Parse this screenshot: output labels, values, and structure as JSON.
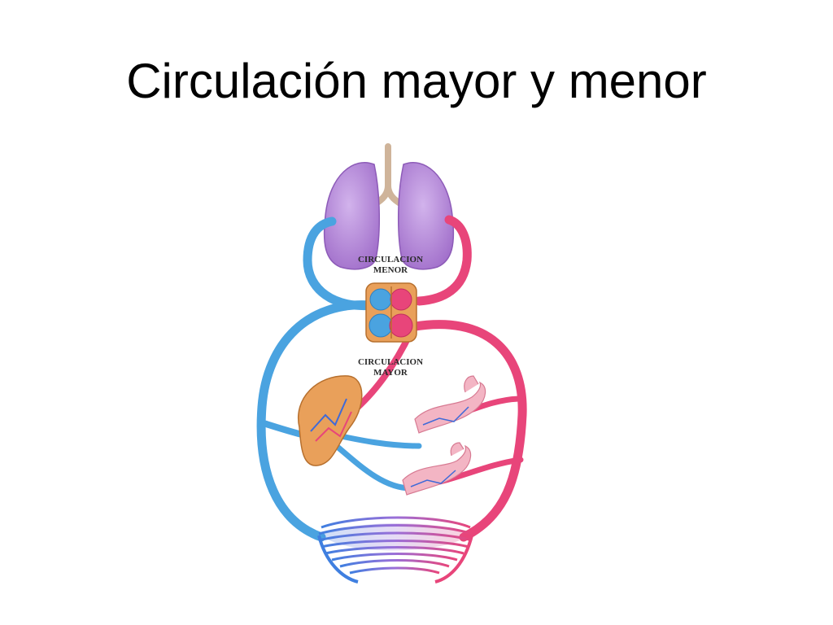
{
  "slide": {
    "title": "Circulación mayor y menor"
  },
  "diagram": {
    "labels": {
      "pulmonary_line1": "CIRCULACION",
      "pulmonary_line2": "MENOR",
      "systemic_line1": "CIRCULACION",
      "systemic_line2": "MAYOR"
    },
    "colors": {
      "venous_blue": "#4aa3e0",
      "arterial_red": "#e8457a",
      "lung_purple": "#b58ad6",
      "organ_orange": "#e9a05a",
      "trachea_tan": "#cfb49a"
    }
  }
}
